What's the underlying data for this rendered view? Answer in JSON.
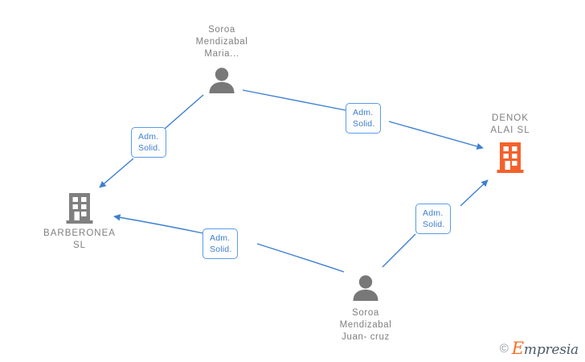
{
  "graph": {
    "title": "Empresia corporate relations graph",
    "colors": {
      "company_accent": "#f4622c",
      "company_neutral": "#808080",
      "person": "#787878",
      "edge": "#3d7fd1",
      "edge_label_text": "#3f7fd0",
      "node_label_text": "#808080"
    },
    "nodes": [
      {
        "id": "soroa-maria",
        "type": "person",
        "label": "Soroa\nMendizabal\nMaria...",
        "icon": "person-icon",
        "label_position": "above"
      },
      {
        "id": "denok-alai-sl",
        "type": "company",
        "label": "DENOK\nALAI  SL",
        "icon": "building-icon",
        "label_position": "above",
        "highlighted": true
      },
      {
        "id": "barberonea-sl",
        "type": "company",
        "label": "BARBERONEA\nSL",
        "icon": "building-icon",
        "label_position": "below",
        "highlighted": false
      },
      {
        "id": "soroa-juan-cruz",
        "type": "person",
        "label": "Soroa\nMendizabal\nJuan- cruz",
        "icon": "person-icon",
        "label_position": "below"
      }
    ],
    "edges": [
      {
        "id": "edge-maria-barberonea",
        "from": "soroa-maria",
        "to": "barberonea-sl",
        "label": "Adm.\nSolid."
      },
      {
        "id": "edge-maria-denok",
        "from": "soroa-maria",
        "to": "denok-alai-sl",
        "label": "Adm.\nSolid."
      },
      {
        "id": "edge-juancruz-barberonea",
        "from": "soroa-juan-cruz",
        "to": "barberonea-sl",
        "label": "Adm.\nSolid."
      },
      {
        "id": "edge-juancruz-denok",
        "from": "soroa-juan-cruz",
        "to": "denok-alai-sl",
        "label": "Adm.\nSolid."
      }
    ]
  },
  "watermark": {
    "copyright": "©",
    "brand_initial": "E",
    "brand_rest": "mpresia"
  }
}
